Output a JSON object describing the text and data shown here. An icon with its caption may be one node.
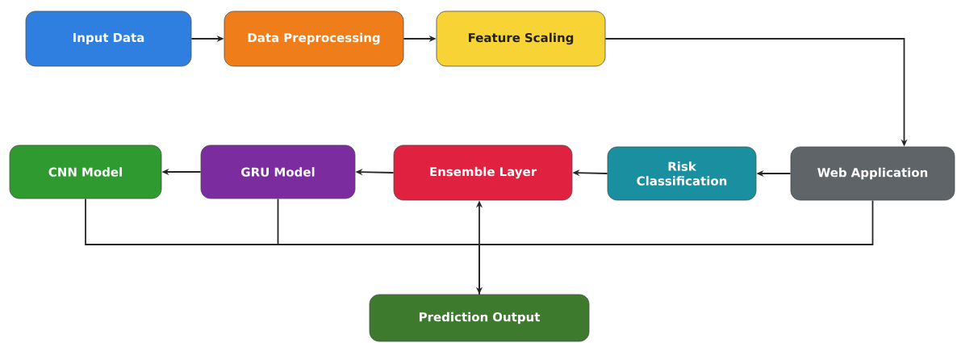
{
  "diagram": {
    "nodes": [
      {
        "text": [
          "Input Data"
        ]
      },
      {
        "text": [
          "Data Preprocessing"
        ]
      },
      {
        "text": [
          "Feature Scaling"
        ]
      },
      {
        "text": [
          "CNN Model"
        ]
      },
      {
        "text": [
          "GRU Model"
        ]
      },
      {
        "text": [
          "Ensemble Layer"
        ]
      },
      {
        "text": [
          "Risk Classification"
        ]
      },
      {
        "text": [
          "Web Application"
        ]
      },
      {
        "text": [
          "Prediction Output"
        ]
      }
    ],
    "edges": [
      {
        "from": 0,
        "to": 1,
        "arrow": "to"
      },
      {
        "from": 1,
        "to": 2,
        "arrow": "to"
      },
      {
        "from": 2,
        "to": 7,
        "arrow": "to"
      },
      {
        "from": 7,
        "to": 6,
        "arrow": "to"
      },
      {
        "from": 6,
        "to": 5,
        "arrow": "to"
      },
      {
        "from": 5,
        "to": 4,
        "arrow": "to"
      },
      {
        "from": 4,
        "to": 3,
        "arrow": "to"
      },
      {
        "from": 5,
        "to": 8,
        "arrow": "both"
      },
      {
        "from": 3,
        "to": 8,
        "arrow": "none"
      },
      {
        "from": 4,
        "to": 8,
        "arrow": "none"
      },
      {
        "from": 7,
        "to": 8,
        "arrow": "none"
      }
    ]
  }
}
